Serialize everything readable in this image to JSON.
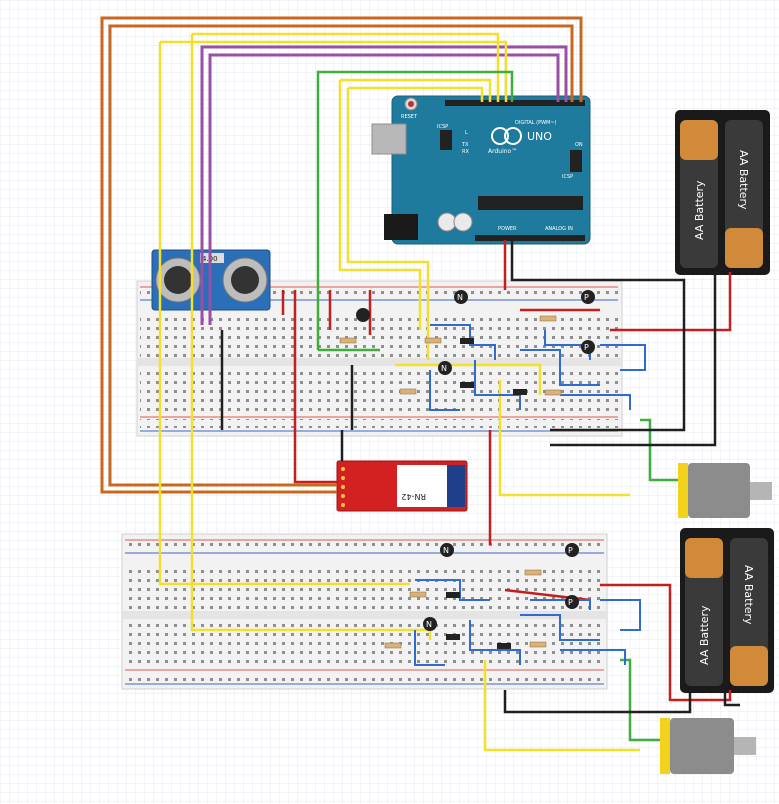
{
  "arduino": {
    "reset_label": "RESET",
    "brand": "UNO",
    "maker": "Arduino™",
    "digital_label": "DIGITAL (PWM~)",
    "icsp_label": "ICSP",
    "icsp2_label": "ICSP",
    "on_label": "ON",
    "tx_label": "TX",
    "rx_label": "RX",
    "l_label": "L",
    "power_label": "POWER",
    "analog_label": "ANALOG IN"
  },
  "sensor": {
    "label": "4.00"
  },
  "bluetooth": {
    "label": "RN-42"
  },
  "batteries": {
    "label": "AA Battery"
  },
  "transistors": {
    "npn": "N",
    "pnp": "P"
  },
  "colors": {
    "grid": "#dfe6ee",
    "wire_orange": "#c8681e",
    "wire_purple": "#9a4fa6",
    "wire_yellow": "#f2e02a",
    "wire_green": "#3fae3f",
    "wire_red": "#c41e1e",
    "wire_black": "#1f1f1f",
    "wire_blue": "#2f6bd1",
    "arduino": "#1e7a9c",
    "sensor": "#2a6fb8",
    "bluetooth": "#d32020",
    "motor": "#8a8a8a",
    "motor_cap": "#f2d21a"
  }
}
